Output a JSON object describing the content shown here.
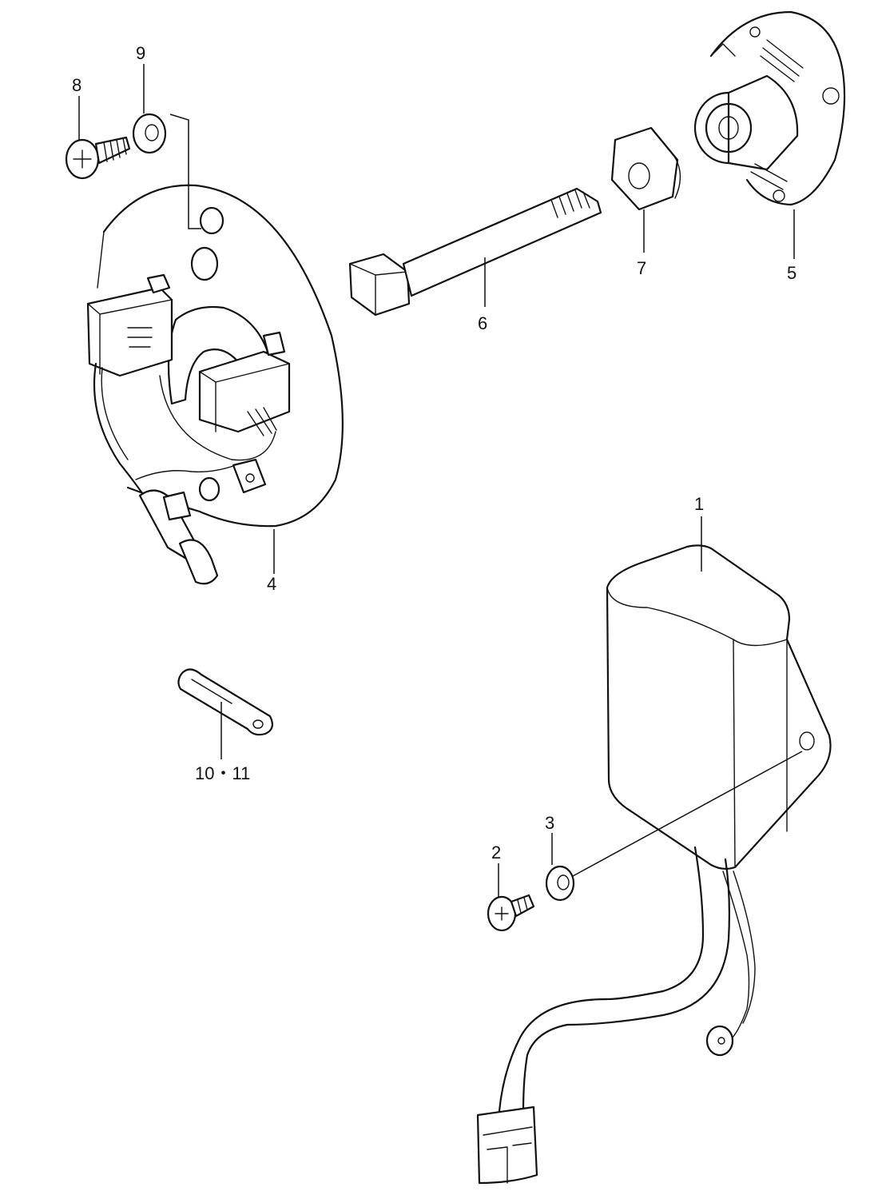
{
  "callouts": [
    {
      "id": "1",
      "label": "1"
    },
    {
      "id": "2",
      "label": "2"
    },
    {
      "id": "3",
      "label": "3"
    },
    {
      "id": "4",
      "label": "4"
    },
    {
      "id": "5",
      "label": "5"
    },
    {
      "id": "6",
      "label": "6"
    },
    {
      "id": "7",
      "label": "7"
    },
    {
      "id": "8",
      "label": "8"
    },
    {
      "id": "9",
      "label": "9"
    },
    {
      "id": "10-11",
      "label": "10・11"
    }
  ]
}
